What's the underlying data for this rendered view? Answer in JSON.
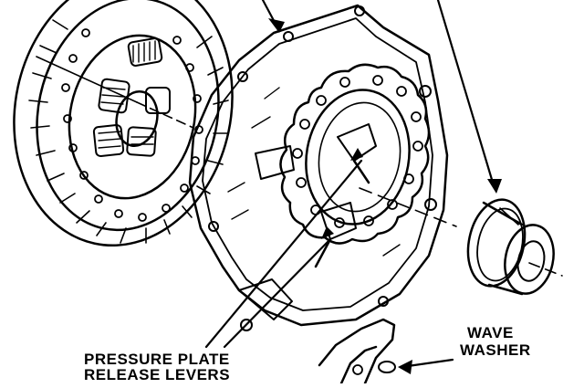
{
  "labels": {
    "release_levers": [
      "PRESSURE PLATE",
      "RELEASE LEVERS"
    ],
    "wave_washer": [
      "WAVE",
      "WASHER"
    ]
  },
  "colors": {
    "ink": "#000000",
    "paper": "#ffffff"
  }
}
